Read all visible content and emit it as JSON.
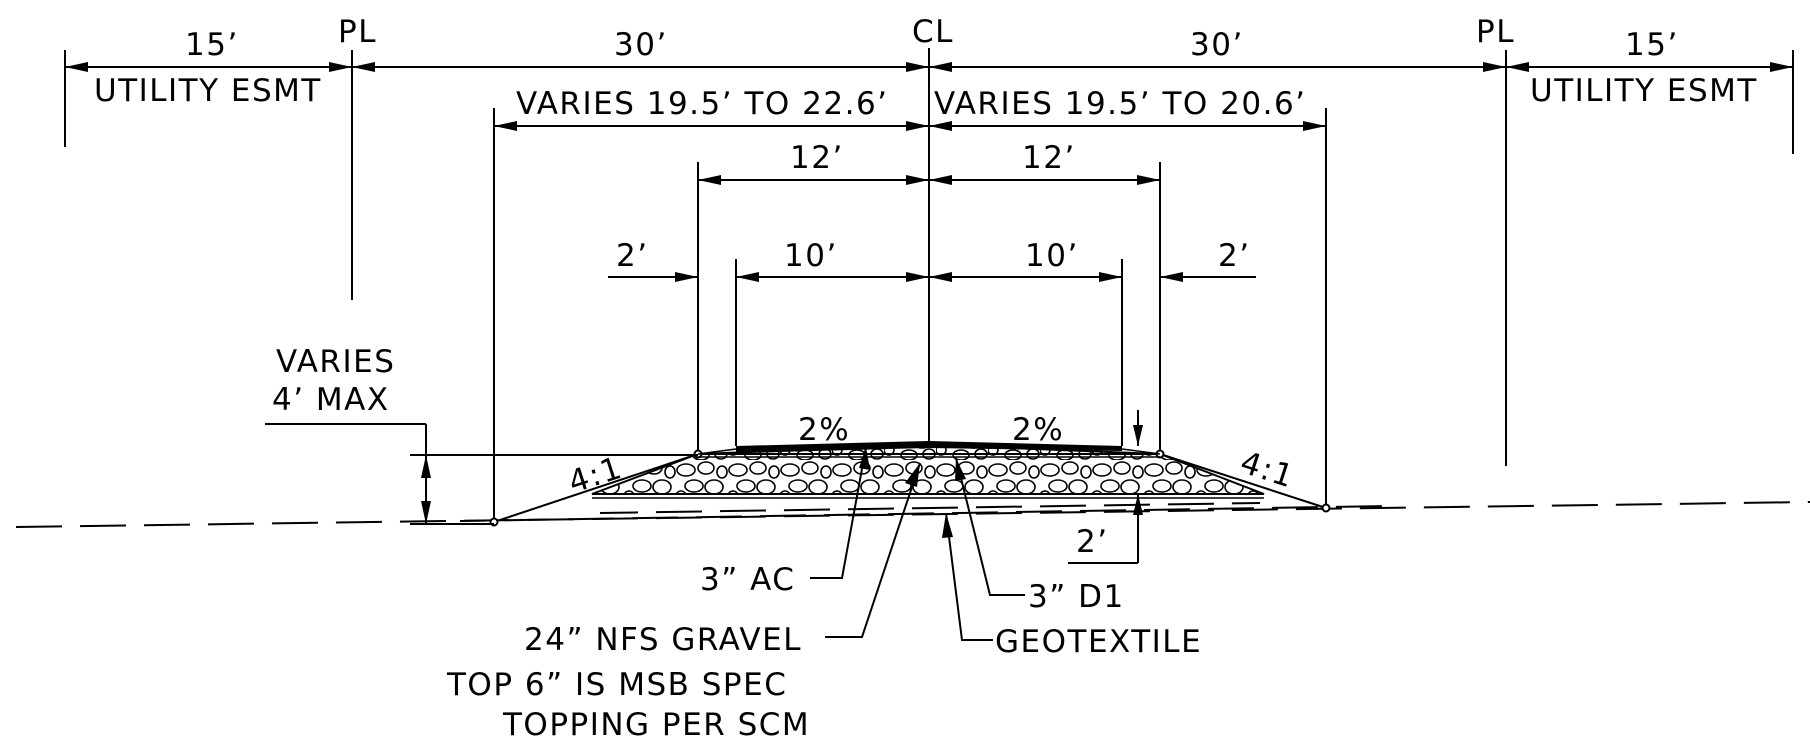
{
  "labels": {
    "esmt_left_width": "15’",
    "esmt_left_name": "UTILITY ESMT",
    "pl_left": "PL",
    "row_left": "30’",
    "cl": "CL",
    "row_right": "30’",
    "pl_right": "PL",
    "esmt_right_width": "15’",
    "esmt_right_name": "UTILITY ESMT",
    "varies_left": "VARIES 19.5’ TO 22.6’",
    "varies_right": "VARIES 19.5’ TO 20.6’",
    "lane_left": "12’",
    "lane_right": "12’",
    "shoulder_left": "2’",
    "travel_left": "10’",
    "travel_right": "10’",
    "shoulder_right": "2’",
    "fill_height_line1": "VARIES",
    "fill_height_line2": "4’ MAX",
    "slope_left_pct": "2%",
    "slope_right_pct": "2%",
    "side_slope_left": "4:1",
    "side_slope_right": "4:1",
    "depth_right": "2’",
    "ac_callout": "3” AC",
    "d1_callout": "3” D1",
    "gravel_line1": "24” NFS GRAVEL",
    "gravel_line2": "TOP 6” IS MSB SPEC",
    "gravel_line3": "TOPPING PER SCM",
    "geotextile_callout": "GEOTEXTILE"
  }
}
